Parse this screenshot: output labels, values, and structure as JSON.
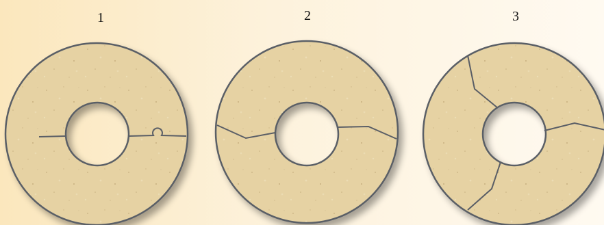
{
  "labels": {
    "ring_1": "1",
    "ring_2": "2",
    "ring_3": "3"
  },
  "colors": {
    "ring_fill": "#e8d4a6",
    "ring_stroke": "#5a5e66",
    "crack": "#5a5e66",
    "hole_fill": "#ffffff",
    "background_start": "#fbe7bd",
    "background_end": "#fffaf1"
  }
}
